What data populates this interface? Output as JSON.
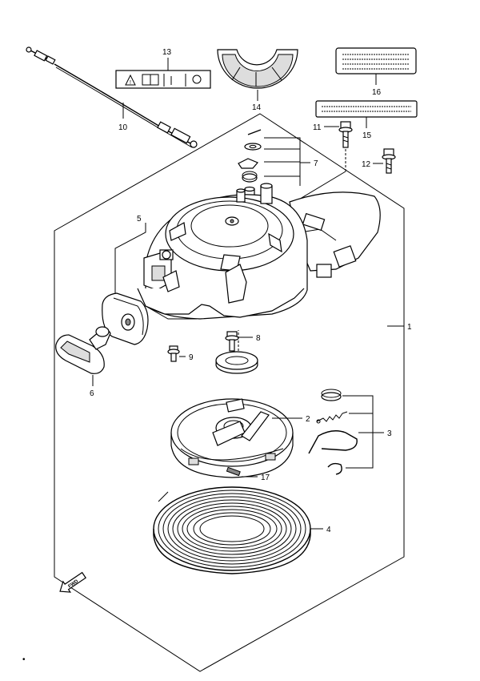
{
  "callouts": {
    "c1": "1",
    "c2": "2",
    "c3": "3",
    "c4": "4",
    "c5": "5",
    "c6": "6",
    "c7": "7",
    "c8": "8",
    "c9": "9",
    "c10": "10",
    "c11": "11",
    "c12": "12",
    "c13": "13",
    "c14": "14",
    "c15": "15",
    "c16": "16",
    "c17": "17"
  },
  "fwd_label": "FWD",
  "corner_mark": "•"
}
